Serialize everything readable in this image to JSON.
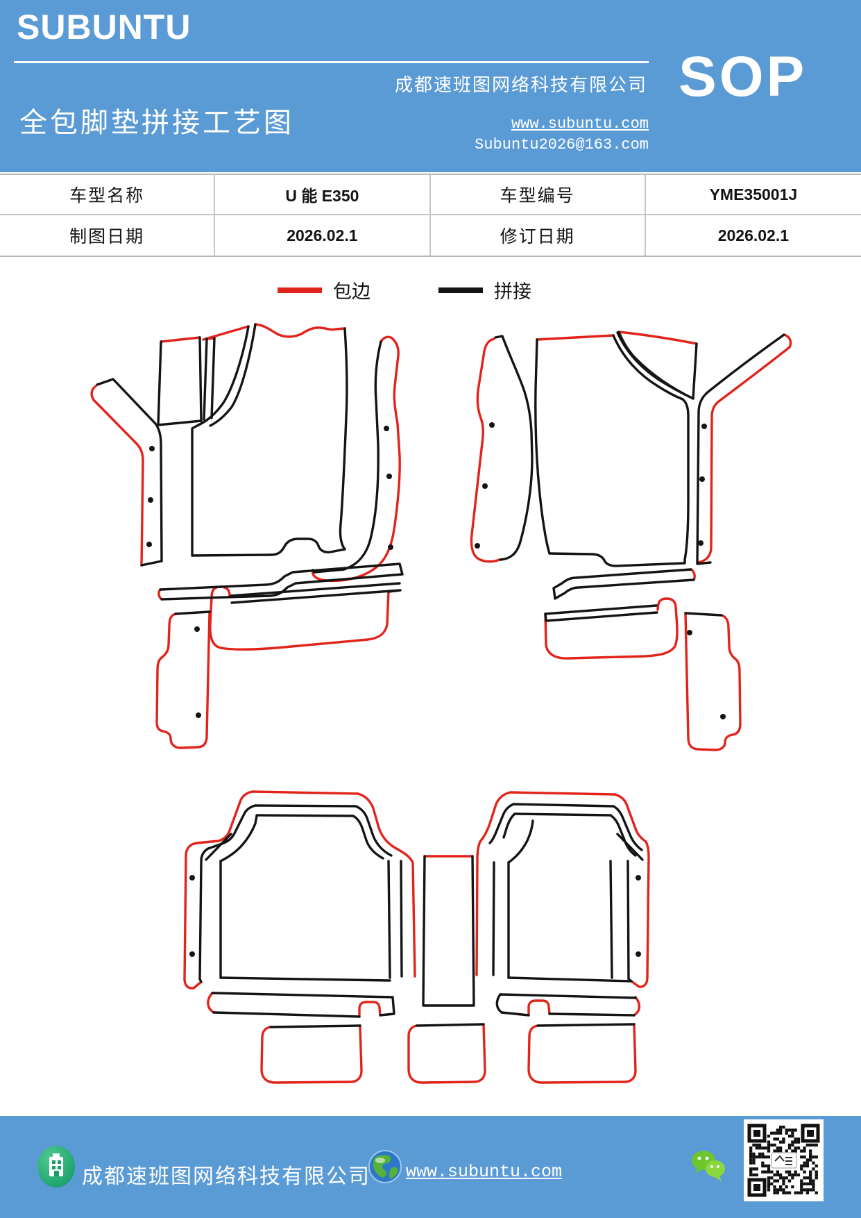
{
  "header": {
    "logo": "SUBUNTU",
    "title": "全包脚垫拼接工艺图",
    "company": "成都速班图网络科技有限公司",
    "website": "www.subuntu.com",
    "email": "Subuntu2026@163.com",
    "badge": "SOP"
  },
  "info_table": {
    "row1": {
      "label1": "车型名称",
      "value1": "U 能 E350",
      "label2": "车型编号",
      "value2": "YME35001J"
    },
    "row2": {
      "label1": "制图日期",
      "value1": "2026.02.1",
      "label2": "修订日期",
      "value2": "2026.02.1"
    }
  },
  "legend": {
    "binding": {
      "label": "包边",
      "color": "#e2231a"
    },
    "splicing": {
      "label": "拼接",
      "color": "#141414"
    }
  },
  "footer": {
    "company": "成都速班图网络科技有限公司",
    "website": "www.subuntu.com"
  },
  "colors": {
    "header_bg": "#5b9bd5",
    "binding_red": "#e2231a",
    "splice_black": "#141414"
  }
}
